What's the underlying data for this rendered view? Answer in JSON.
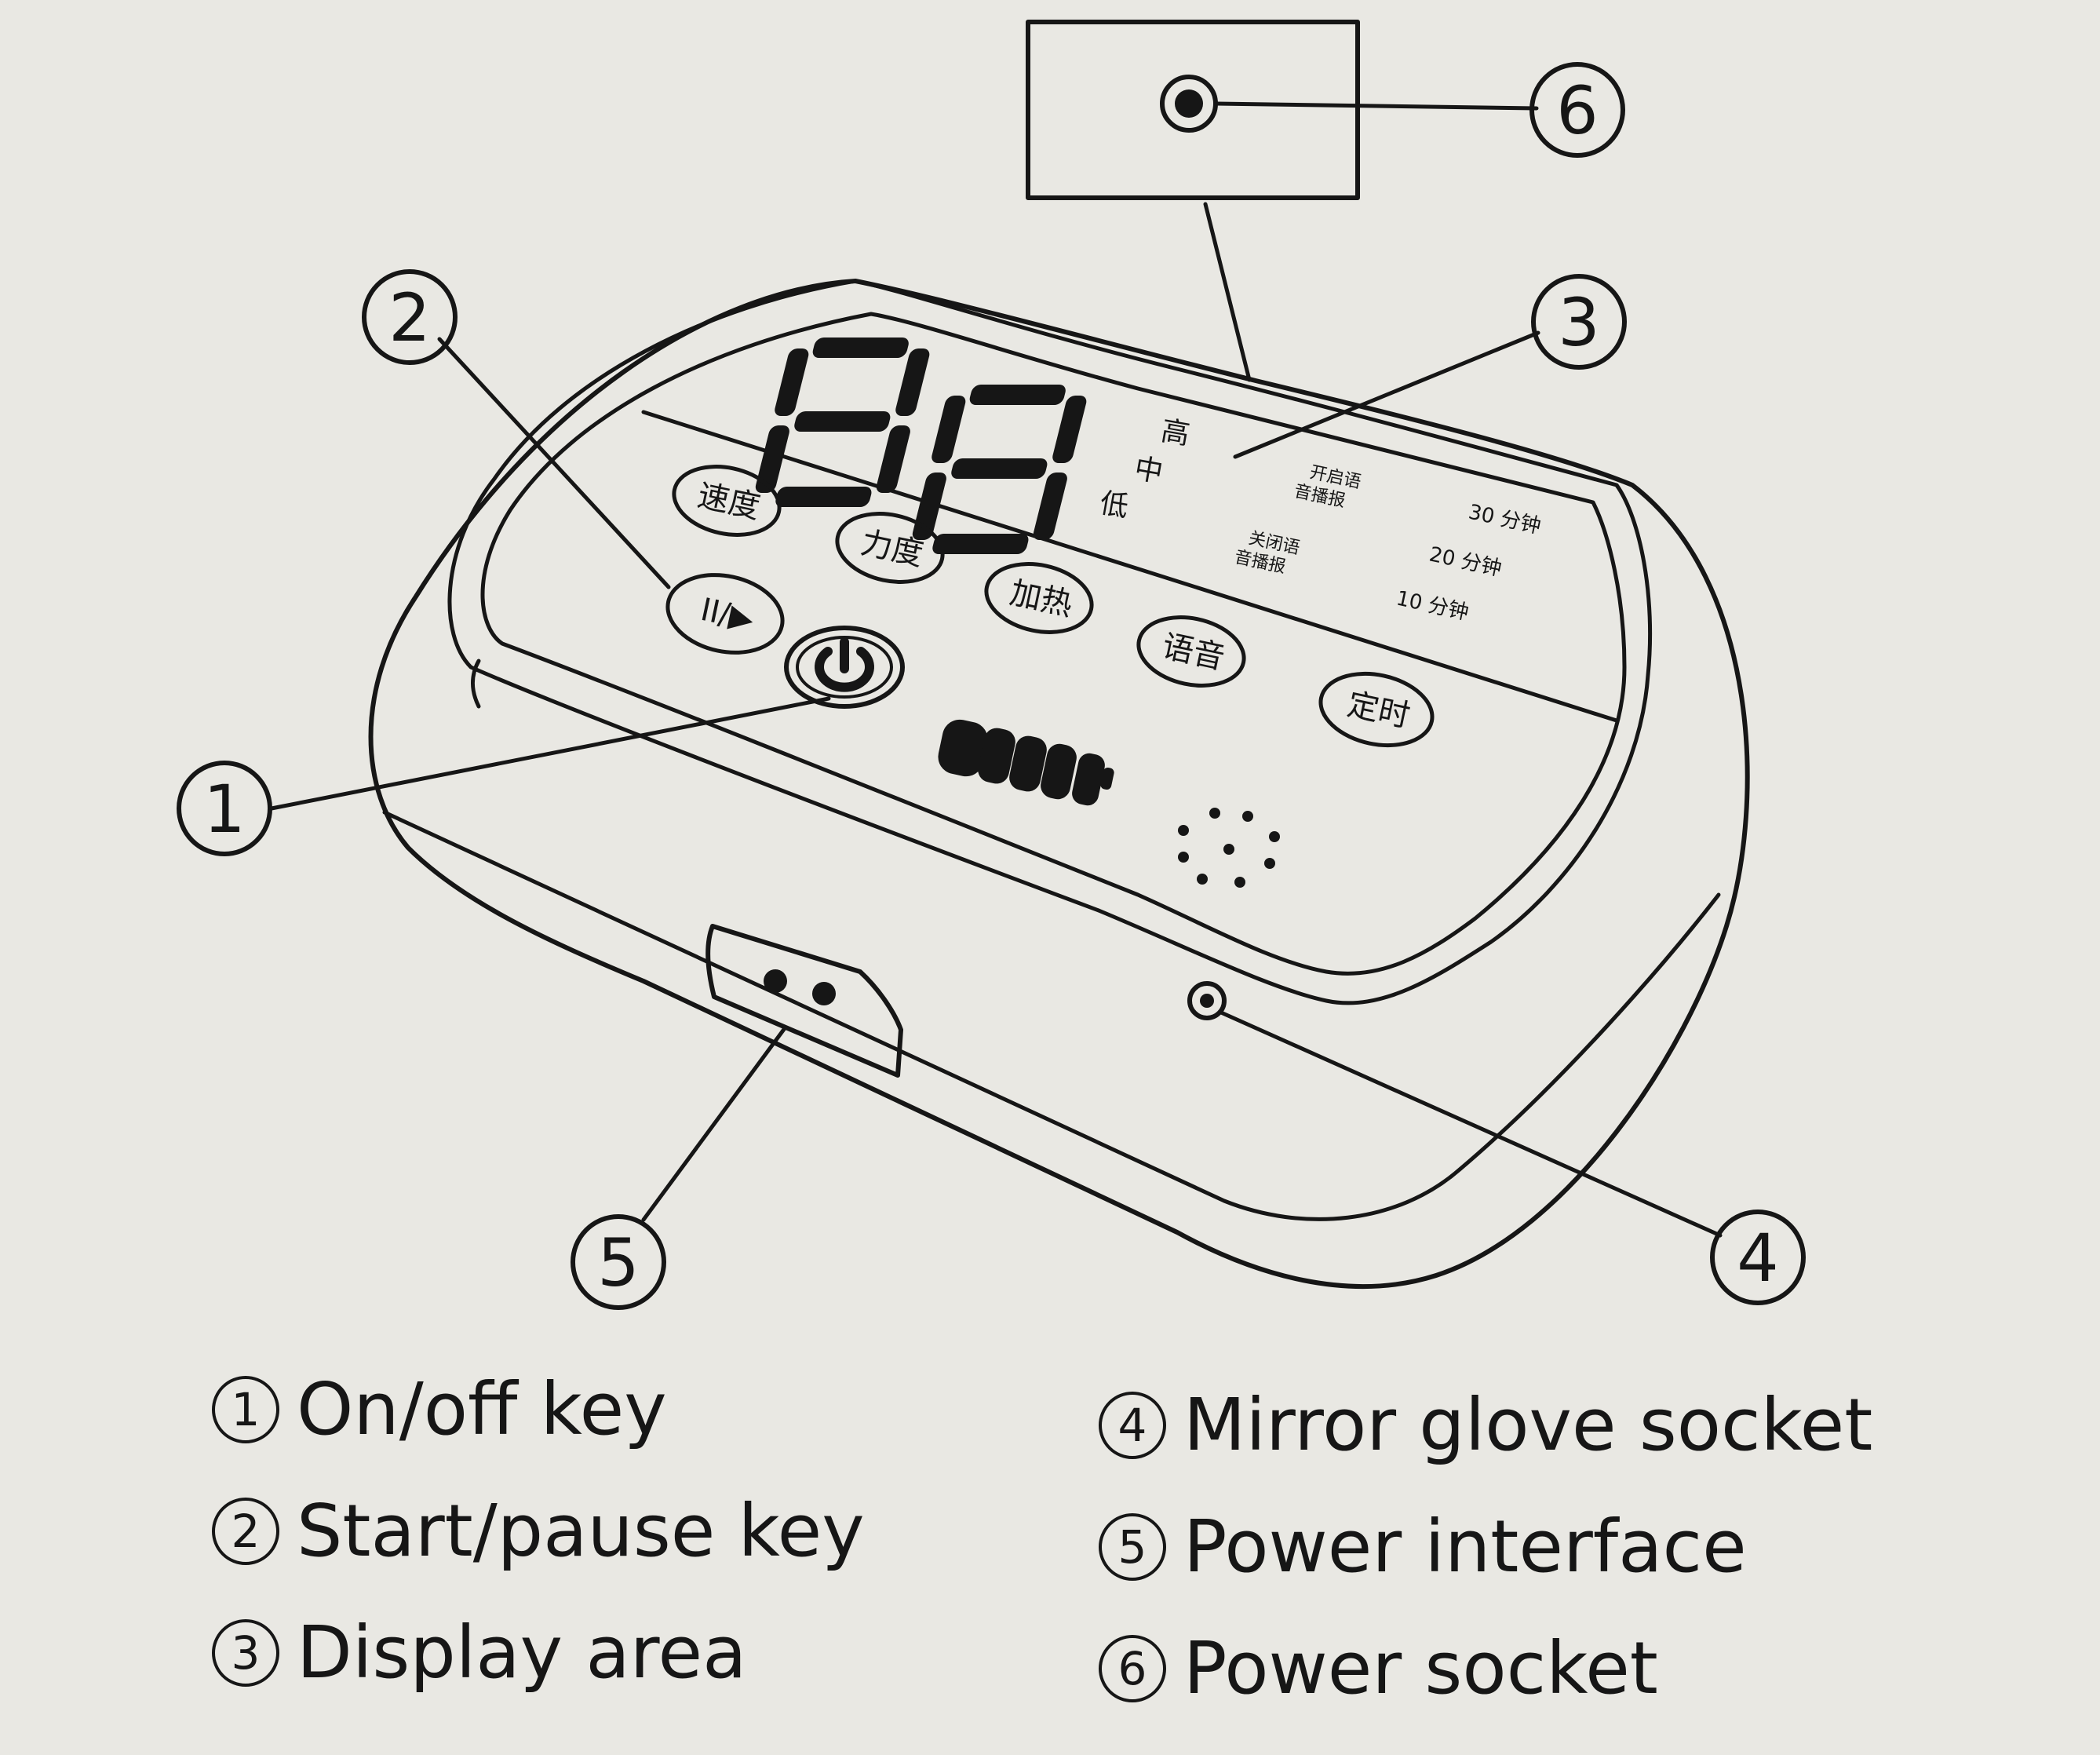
{
  "callouts": [
    "1",
    "2",
    "3",
    "4",
    "5",
    "6"
  ],
  "display": {
    "digits": "88",
    "levels": [
      "高",
      "中",
      "低"
    ],
    "voice_on": [
      "开启语",
      "音播报"
    ],
    "voice_off": [
      "关闭语",
      "音播报"
    ],
    "timers": [
      "30 分钟",
      "20 分钟",
      "10 分钟"
    ]
  },
  "buttons": {
    "speed": "速度",
    "force": "力度",
    "heat": "加热",
    "voice": "语音",
    "timer": "定时",
    "play_pause": "II/▶"
  },
  "legend": [
    {
      "num": "1",
      "label": "On/off key"
    },
    {
      "num": "2",
      "label": "Start/pause key"
    },
    {
      "num": "3",
      "label": "Display area"
    },
    {
      "num": "4",
      "label": "Mirror glove socket"
    },
    {
      "num": "5",
      "label": "Power interface"
    },
    {
      "num": "6",
      "label": "Power socket"
    }
  ],
  "colors": {
    "ink": "#161616",
    "paper": "#e9e8e3"
  }
}
